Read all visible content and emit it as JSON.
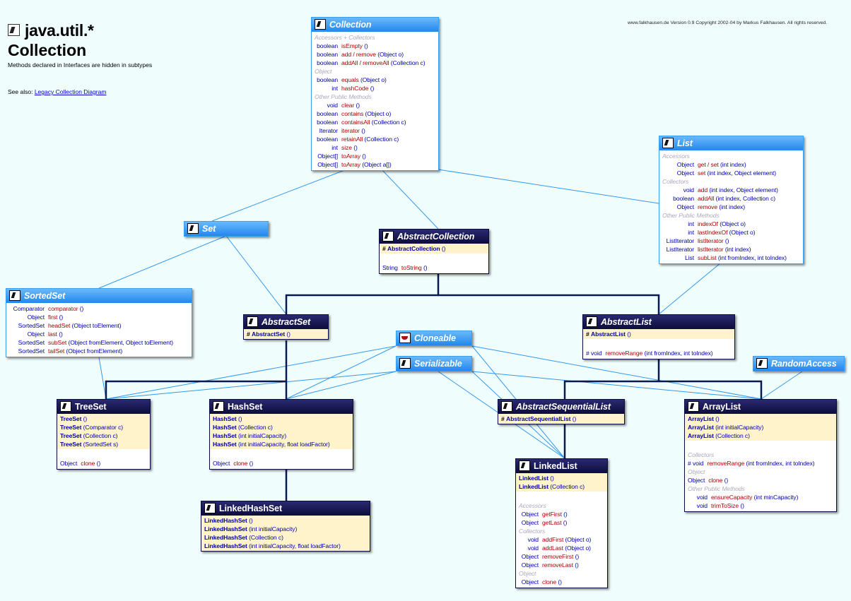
{
  "header": {
    "title_line1": "java.util.*",
    "title_line2": "Collection",
    "note": "Methods declared in Interfaces are hidden in subtypes",
    "see_also_label": "See also:",
    "see_also_link": "Legacy Collection Diagram",
    "copyright": "www.falkhausen.de Version 0.9 Copyright 2002-04 by Markus Falkhausen. All rights reserved."
  },
  "classes": {
    "collection": {
      "name": "Collection",
      "s1": "Accessors + Collectors",
      "m1": {
        "rt": "boolean",
        "mn": "isEmpty",
        "pa": "()"
      },
      "m2": {
        "rt": "boolean",
        "mn": "add / remove",
        "pa": "(Object o)"
      },
      "m3": {
        "rt": "boolean",
        "mn": "addAll / removeAll",
        "pa": "(Collection c)"
      },
      "s2": "Object",
      "m4": {
        "rt": "boolean",
        "mn": "equals",
        "pa": "(Object o)"
      },
      "m5": {
        "rt": "int",
        "mn": "hashCode",
        "pa": "()"
      },
      "s3": "Other Public Methods",
      "m6": {
        "rt": "void",
        "mn": "clear",
        "pa": "()"
      },
      "m7": {
        "rt": "boolean",
        "mn": "contains",
        "pa": "(Object o)"
      },
      "m8": {
        "rt": "boolean",
        "mn": "containsAll",
        "pa": "(Collection c)"
      },
      "m9": {
        "rt": "Iterator",
        "mn": "iterator",
        "pa": "()"
      },
      "m10": {
        "rt": "boolean",
        "mn": "retainAll",
        "pa": "(Collection c)"
      },
      "m11": {
        "rt": "int",
        "mn": "size",
        "pa": "()"
      },
      "m12": {
        "rt": "Object[]",
        "mn": "toArray",
        "pa": "()"
      },
      "m13": {
        "rt": "Object[]",
        "mn": "toArray",
        "pa": "(Object a[])"
      }
    },
    "list": {
      "name": "List",
      "s1": "Accessors",
      "m1": {
        "rt": "Object",
        "mn": "get / set",
        "pa": "(int index)"
      },
      "m2": {
        "rt": "Object",
        "mn": "set",
        "pa": "(int index, Object element)"
      },
      "s2": "Collectors",
      "m3": {
        "rt": "void",
        "mn": "add",
        "pa": "(int index, Object element)"
      },
      "m4": {
        "rt": "boolean",
        "mn": "addAll",
        "pa": "(int index, Collection c)"
      },
      "m5": {
        "rt": "Object",
        "mn": "remove",
        "pa": "(int index)"
      },
      "s3": "Other Public Methods",
      "m6": {
        "rt": "int",
        "mn": "indexOf",
        "pa": "(Object o)"
      },
      "m7": {
        "rt": "int",
        "mn": "lastIndexOf",
        "pa": "(Object o)"
      },
      "m8": {
        "rt": "ListIterator",
        "mn": "listIterator",
        "pa": "()"
      },
      "m9": {
        "rt": "ListIterator",
        "mn": "listIterator",
        "pa": "(int index)"
      },
      "m10": {
        "rt": "List",
        "mn": "subList",
        "pa": "(int fromIndex, int toIndex)"
      }
    },
    "set": {
      "name": "Set"
    },
    "abstract_collection": {
      "name": "AbstractCollection",
      "c1": {
        "h": "#",
        "cn": "AbstractCollection",
        "pa": "()"
      },
      "m1": {
        "rt": "String",
        "mn": "toString",
        "pa": "()"
      }
    },
    "sorted_set": {
      "name": "SortedSet",
      "m1": {
        "rt": "Comparator",
        "mn": "comparator",
        "pa": "()"
      },
      "m2": {
        "rt": "Object",
        "mn": "first",
        "pa": "()"
      },
      "m3": {
        "rt": "SortedSet",
        "mn": "headSet",
        "pa": "(Object toElement)"
      },
      "m4": {
        "rt": "Object",
        "mn": "last",
        "pa": "()"
      },
      "m5": {
        "rt": "SortedSet",
        "mn": "subSet",
        "pa": "(Object fromElement, Object toElement)"
      },
      "m6": {
        "rt": "SortedSet",
        "mn": "tailSet",
        "pa": "(Object fromElement)"
      }
    },
    "abstract_set": {
      "name": "AbstractSet",
      "c1": {
        "h": "#",
        "cn": "AbstractSet",
        "pa": "()"
      }
    },
    "abstract_list": {
      "name": "AbstractList",
      "c1": {
        "h": "#",
        "cn": "AbstractList",
        "pa": "()"
      },
      "m1": {
        "rt": "# void",
        "mn": "removeRange",
        "pa": "(int fromIndex, int toIndex)"
      }
    },
    "cloneable": {
      "name": "Cloneable"
    },
    "serializable": {
      "name": "Serializable"
    },
    "random_access": {
      "name": "RandomAccess"
    },
    "tree_set": {
      "name": "TreeSet",
      "c1": {
        "cn": "TreeSet",
        "pa": "()"
      },
      "c2": {
        "cn": "TreeSet",
        "pa": "(Comparator c)"
      },
      "c3": {
        "cn": "TreeSet",
        "pa": "(Collection c)"
      },
      "c4": {
        "cn": "TreeSet",
        "pa": "(SortedSet s)"
      },
      "m1": {
        "rt": "Object",
        "mn": "clone",
        "pa": "()"
      }
    },
    "hash_set": {
      "name": "HashSet",
      "c1": {
        "cn": "HashSet",
        "pa": "()"
      },
      "c2": {
        "cn": "HashSet",
        "pa": "(Collection c)"
      },
      "c3": {
        "cn": "HashSet",
        "pa": "(int initialCapacity)"
      },
      "c4": {
        "cn": "HashSet",
        "pa": "(int initialCapacity, float loadFactor)"
      },
      "m1": {
        "rt": "Object",
        "mn": "clone",
        "pa": "()"
      }
    },
    "abstract_sequential_list": {
      "name": "AbstractSequentialList",
      "c1": {
        "h": "#",
        "cn": "AbstractSequentialList",
        "pa": "()"
      }
    },
    "array_list": {
      "name": "ArrayList",
      "c1": {
        "cn": "ArrayList",
        "pa": "()"
      },
      "c2": {
        "cn": "ArrayList",
        "pa": "(int initialCapacity)"
      },
      "c3": {
        "cn": "ArrayList",
        "pa": "(Collection c)"
      },
      "s1": "Collectors",
      "m1": {
        "rt": "# void",
        "mn": "removeRange",
        "pa": "(int fromIndex, int toIndex)"
      },
      "s2": "Object",
      "m2": {
        "rt": "Object",
        "mn": "clone",
        "pa": "()"
      },
      "s3": "Other Public Methods",
      "m3": {
        "rt": "void",
        "mn": "ensureCapacity",
        "pa": "(int minCapacity)"
      },
      "m4": {
        "rt": "void",
        "mn": "trimToSize",
        "pa": "()"
      }
    },
    "linked_list": {
      "name": "LinkedList",
      "c1": {
        "cn": "LinkedList",
        "pa": "()"
      },
      "c2": {
        "cn": "LinkedList",
        "pa": "(Collection c)"
      },
      "s1": "Accessors",
      "m1": {
        "rt": "Object",
        "mn": "getFirst",
        "pa": "()"
      },
      "m2": {
        "rt": "Object",
        "mn": "getLast",
        "pa": "()"
      },
      "s2": "Collectors",
      "m3": {
        "rt": "void",
        "mn": "addFirst",
        "pa": "(Object o)"
      },
      "m4": {
        "rt": "void",
        "mn": "addLast",
        "pa": "(Object o)"
      },
      "m5": {
        "rt": "Object",
        "mn": "removeFirst",
        "pa": "()"
      },
      "m6": {
        "rt": "Object",
        "mn": "removeLast",
        "pa": "()"
      },
      "s3": "Object",
      "m7": {
        "rt": "Object",
        "mn": "clone",
        "pa": "()"
      }
    },
    "linked_hash_set": {
      "name": "LinkedHashSet",
      "c1": {
        "cn": "LinkedHashSet",
        "pa": "()"
      },
      "c2": {
        "cn": "LinkedHashSet",
        "pa": "(int initialCapacity)"
      },
      "c3": {
        "cn": "LinkedHashSet",
        "pa": "(Collection c)"
      },
      "c4": {
        "cn": "LinkedHashSet",
        "pa": "(int initialCapacity, float loadFactor)"
      }
    }
  },
  "colors": {
    "interface_header": "#2288ee",
    "class_header": "#0c0c3c",
    "interface_line": "#3399ee",
    "extends_line": "#0a1a50",
    "constructor_bg": "#fff3cc",
    "method_name": "#b00000",
    "type_name": "#0000b0"
  }
}
